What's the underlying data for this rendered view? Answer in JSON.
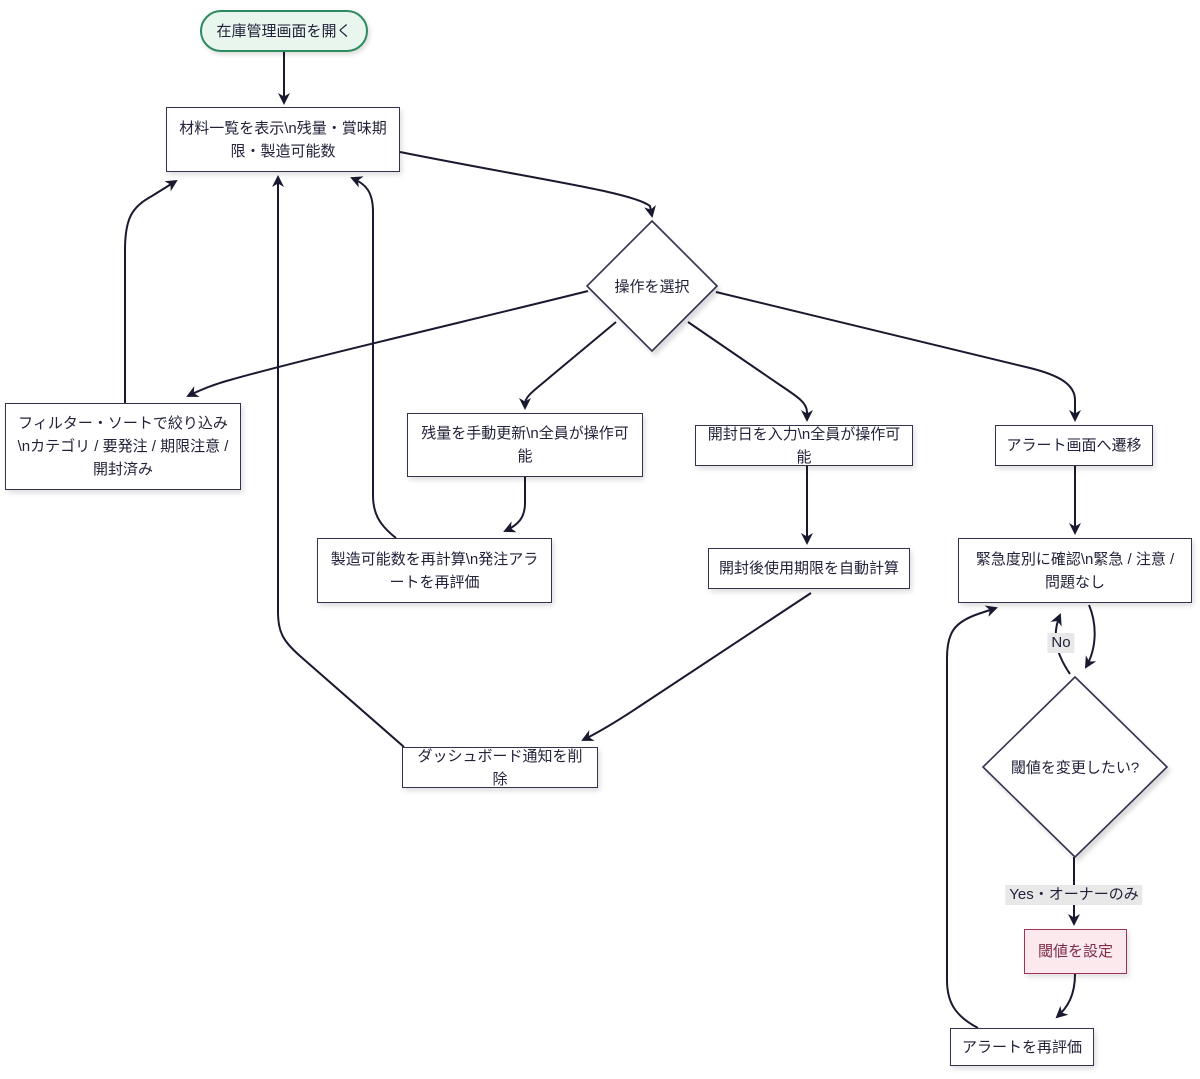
{
  "colors": {
    "edge": "#191930",
    "node_border": "#33334f",
    "node_fill": "#ffffff",
    "node_text": "#22223a",
    "start_border": "#2c8a5e",
    "start_fill": "#e8f6ee",
    "danger_border": "#9a3459",
    "danger_fill": "#fbe9ee",
    "danger_text": "#7e2a49",
    "edge_label_bg": "#e8e8e8"
  },
  "nodes": {
    "start": {
      "label": "在庫管理画面を開く"
    },
    "list": {
      "label": "材料一覧を表示\\n残量・賞味期限・製造可能数"
    },
    "select": {
      "label": "操作を選択"
    },
    "filter": {
      "label": "フィルター・ソートで絞り込み\\nカテゴリ / 要発注 / 期限注意 / 開封済み"
    },
    "update": {
      "label": "残量を手動更新\\n全員が操作可能"
    },
    "open_date": {
      "label": "開封日を入力\\n全員が操作可能"
    },
    "alert_screen": {
      "label": "アラート画面へ遷移"
    },
    "recalc": {
      "label": "製造可能数を再計算\\n発注アラートを再評価"
    },
    "expiry": {
      "label": "開封後使用期限を自動計算"
    },
    "urgency": {
      "label": "緊急度別に確認\\n緊急 / 注意 / 問題なし"
    },
    "dashboard": {
      "label": "ダッシュボード通知を削除"
    },
    "threshold_q": {
      "label": "閾値を変更したい?"
    },
    "threshold_set": {
      "label": "閾値を設定"
    },
    "realert": {
      "label": "アラートを再評価"
    }
  },
  "edge_labels": {
    "no": "No",
    "yes": "Yes・オーナーのみ"
  }
}
